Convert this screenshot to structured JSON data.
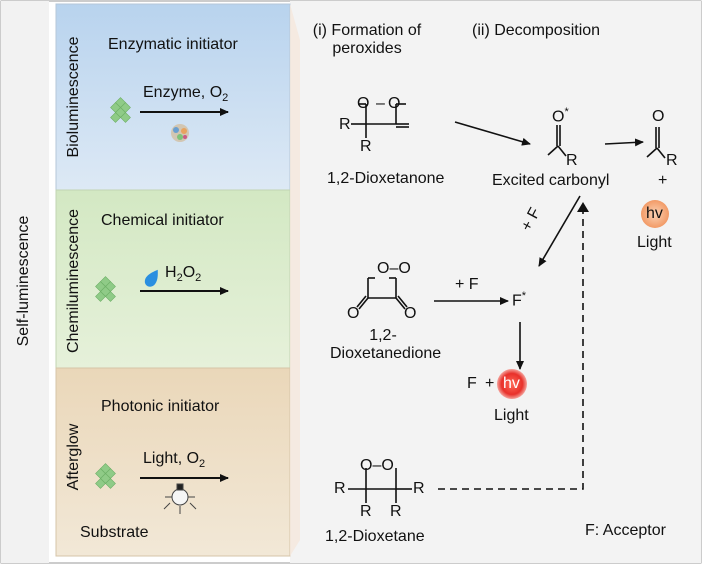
{
  "side_label": "Self-luminescence",
  "panels": [
    {
      "name": "Bioluminescence",
      "initiator": "Enzymatic initiator",
      "arrow_label_main": "Enzyme, O",
      "arrow_label_sub": "2",
      "color": "#c9dcee"
    },
    {
      "name": "Chemiluminescence",
      "initiator": "Chemical initiator",
      "arrow_label_main": "H",
      "arrow_label_sub": "2",
      "arrow_label_tail": "O",
      "arrow_label_sub2": "2",
      "color": "#d8e9c8"
    },
    {
      "name": "Afterglow",
      "initiator": "Photonic initiator",
      "arrow_label_main": "Light, O",
      "arrow_label_sub": "2",
      "extra": "Substrate",
      "color": "#eadcc2"
    }
  ],
  "headers": {
    "formation": "(i) Formation of peroxides",
    "formation_line1": "(i) Formation of",
    "formation_line2": "peroxides",
    "decomposition": "(ii) Decomposition"
  },
  "molecules": {
    "dioxetanone": "1,2-Dioxetanone",
    "dioxetanedione_1": "1,2-",
    "dioxetanedione_2": "Dioxetanedione",
    "dioxetane": "1,2-Dioxetane",
    "excited_carbonyl": "Excited carbonyl",
    "R": "R",
    "O": "O",
    "OO": "O–O"
  },
  "labels": {
    "plus": "+",
    "plus_F": "+ F",
    "F": "F",
    "hv": "hv",
    "light": "Light",
    "acceptor": "F: Acceptor",
    "star": "*"
  },
  "colors": {
    "hv_orange": "#f2a477",
    "hv_red": "#e8302a",
    "diamond": "#8fcb87",
    "drop": "#2a8fe0"
  }
}
